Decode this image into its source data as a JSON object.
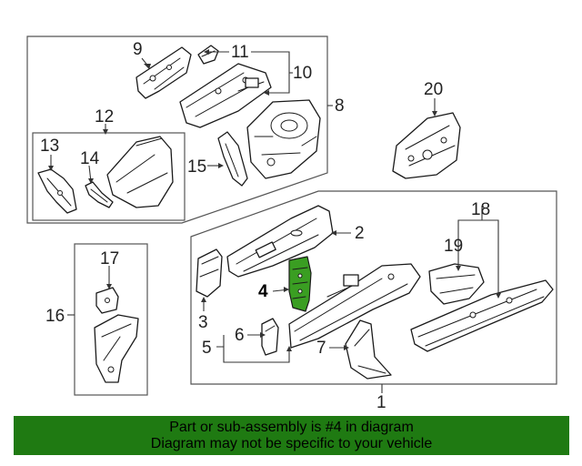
{
  "diagram": {
    "callouts": {
      "c1": "1",
      "c2": "2",
      "c3": "3",
      "c4": "4",
      "c5": "5",
      "c6": "6",
      "c7": "7",
      "c8": "8",
      "c9": "9",
      "c10": "10",
      "c11": "11",
      "c12": "12",
      "c13": "13",
      "c14": "14",
      "c15": "15",
      "c16": "16",
      "c17": "17",
      "c18": "18",
      "c19": "19",
      "c20": "20"
    },
    "highlighted_part": "4",
    "highlight_color": "#3a9e22"
  },
  "banner": {
    "line1": "Part or sub-assembly is #4 in diagram",
    "line2": "Diagram may not be specific to your vehicle",
    "background": "#1f7a12"
  }
}
